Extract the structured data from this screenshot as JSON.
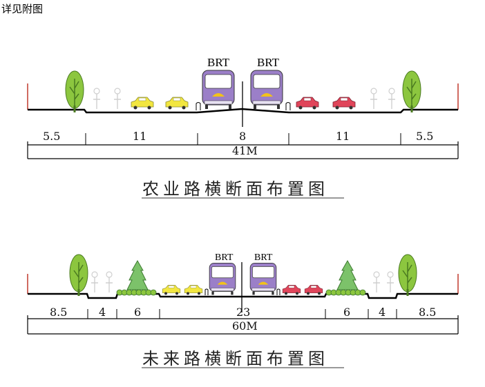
{
  "note": "详见附图",
  "sections": [
    {
      "title": "农业路横断面布置图",
      "bus_labels": [
        "BRT",
        "BRT"
      ],
      "segments": [
        "5.5",
        "11",
        "8",
        "11",
        "5.5"
      ],
      "total": "41M"
    },
    {
      "title": "未来路横断面布置图",
      "bus_labels": [
        "BRT",
        "BRT"
      ],
      "segments": [
        "8.5",
        "4",
        "6",
        "23",
        "6",
        "4",
        "8.5"
      ],
      "total": "60M"
    }
  ],
  "colors": {
    "tree": "#8cc63f",
    "bus_body": "#9b7fc8",
    "car_yellow": "#f2e640",
    "car_red": "#e0455a",
    "curb": "#c0392b"
  }
}
